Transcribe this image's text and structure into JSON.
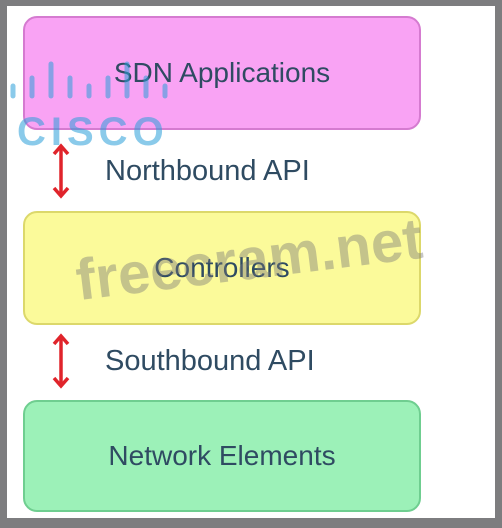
{
  "diagram": {
    "layers": {
      "applications": "SDN Applications",
      "controllers": "Controllers",
      "network_elements": "Network Elements"
    },
    "interfaces": {
      "northbound": "Northbound API",
      "southbound": "Southbound API"
    }
  },
  "overlay": {
    "logo_text": "CISCO",
    "watermark": "freecram.net"
  },
  "colors": {
    "applications_fill": "#f9a3f4",
    "controllers_fill": "#fbfa9a",
    "network_elements_fill": "#9cf1b8",
    "arrow": "#e0242b",
    "text": "#2f4b62",
    "logo": "#2c9fd9"
  },
  "icons": {
    "api_arrow": "double-headed-vertical-arrow-icon"
  }
}
